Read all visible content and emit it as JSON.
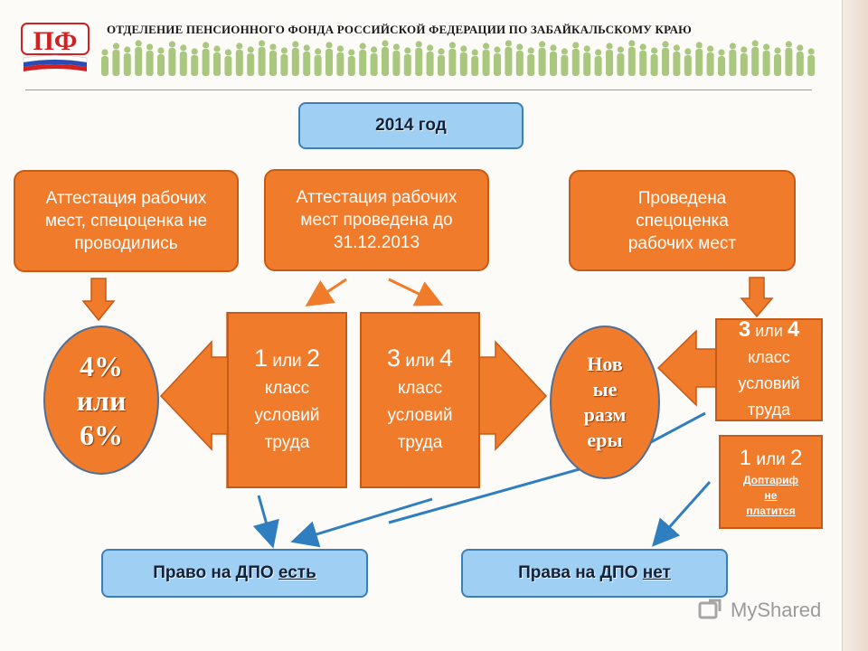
{
  "header": {
    "title": "ОТДЕЛЕНИЕ ПЕНСИОННОГО ФОНДА РОССИЙСКОЙ ФЕДЕРАЦИИ ПО ЗАБАЙКАЛЬСКОМУ КРАЮ",
    "logo_text": "ПФ"
  },
  "diagram": {
    "year_box": "2014 год",
    "left_box": "Аттестация рабочих мест, спецоценка не проводились",
    "middle_box": "Аттестация рабочих мест проведена до 31.12.2013",
    "right_box": "Проведена спецоценка рабочих мест",
    "left_ellipse": {
      "line1": "4%",
      "line2": "или",
      "line3": "6%"
    },
    "class12": {
      "n1": "1",
      "or": " или ",
      "n2": "2",
      "line2": "класс",
      "line3": "условий",
      "line4": "труда"
    },
    "class34": {
      "n1": "3",
      "or": " или ",
      "n2": "4",
      "line2": "класс",
      "line3": "условий",
      "line4": "труда"
    },
    "new_ellipse": {
      "line1": "Нов",
      "line2": "ые",
      "line3": "разм",
      "line4": "еры"
    },
    "right_class34": {
      "n1": "3",
      "or": " или ",
      "n2": "4",
      "line2": "класс",
      "line3": "условий",
      "line4": "труда"
    },
    "right_class12": {
      "n1": "1",
      "or": " или ",
      "n2": "2",
      "line2": "Доптариф",
      "line3": "не",
      "line4": "платится"
    },
    "dpo_yes": {
      "prefix": "Право на ДПО ",
      "emph": "есть"
    },
    "dpo_no": {
      "prefix": "Права на ДПО ",
      "emph": "нет"
    }
  },
  "watermark": "MyShared",
  "colors": {
    "orange": "#f07b2b",
    "blue": "#9fd0f3",
    "arrow_blue": "#2f7fc0"
  }
}
